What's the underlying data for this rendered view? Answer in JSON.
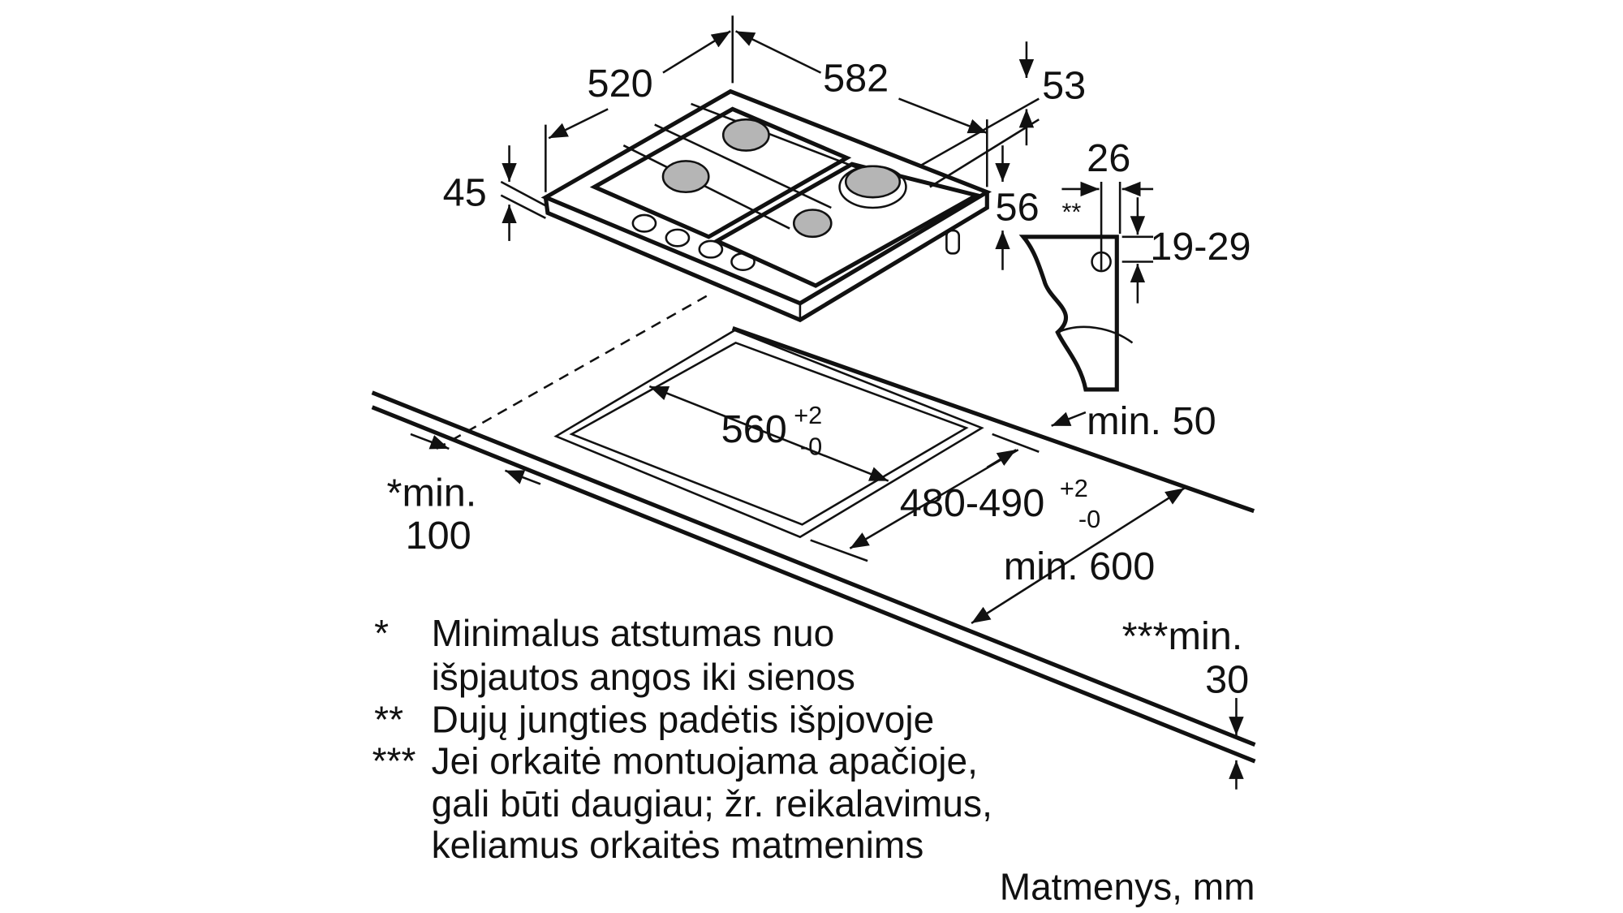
{
  "dimensions": {
    "depth": "520",
    "width": "582",
    "glass_offset": "53",
    "gas_offset": "26",
    "height_hob": "45",
    "height_side": "56",
    "gas_marker": "**",
    "gas_height": "19-29",
    "min_back": "min. 50",
    "cutout_width": "560",
    "cutout_width_tol_plus": "+2",
    "cutout_width_tol_minus": "-0",
    "min_wall_label": "*min.",
    "min_wall_value": "100",
    "cutout_depth": "480-490",
    "cutout_depth_tol_plus": "+2",
    "cutout_depth_tol_minus": "-0",
    "min_worktop": "min. 600",
    "min_below_label": "***min.",
    "min_below_value": "30"
  },
  "notes": [
    {
      "marker": "*",
      "lines": [
        "Minimalus atstumas nuo",
        "išpjautos angos iki sienos"
      ]
    },
    {
      "marker": "**",
      "lines": [
        "Dujų jungties padėtis išpjovoje"
      ]
    },
    {
      "marker": "***",
      "lines": [
        "Jei orkaitė montuojama apačioje,",
        "gali būti daugiau; žr. reikalavimus,",
        "keliamus orkaitės matmenims"
      ]
    }
  ],
  "units": "Matmenys, mm"
}
